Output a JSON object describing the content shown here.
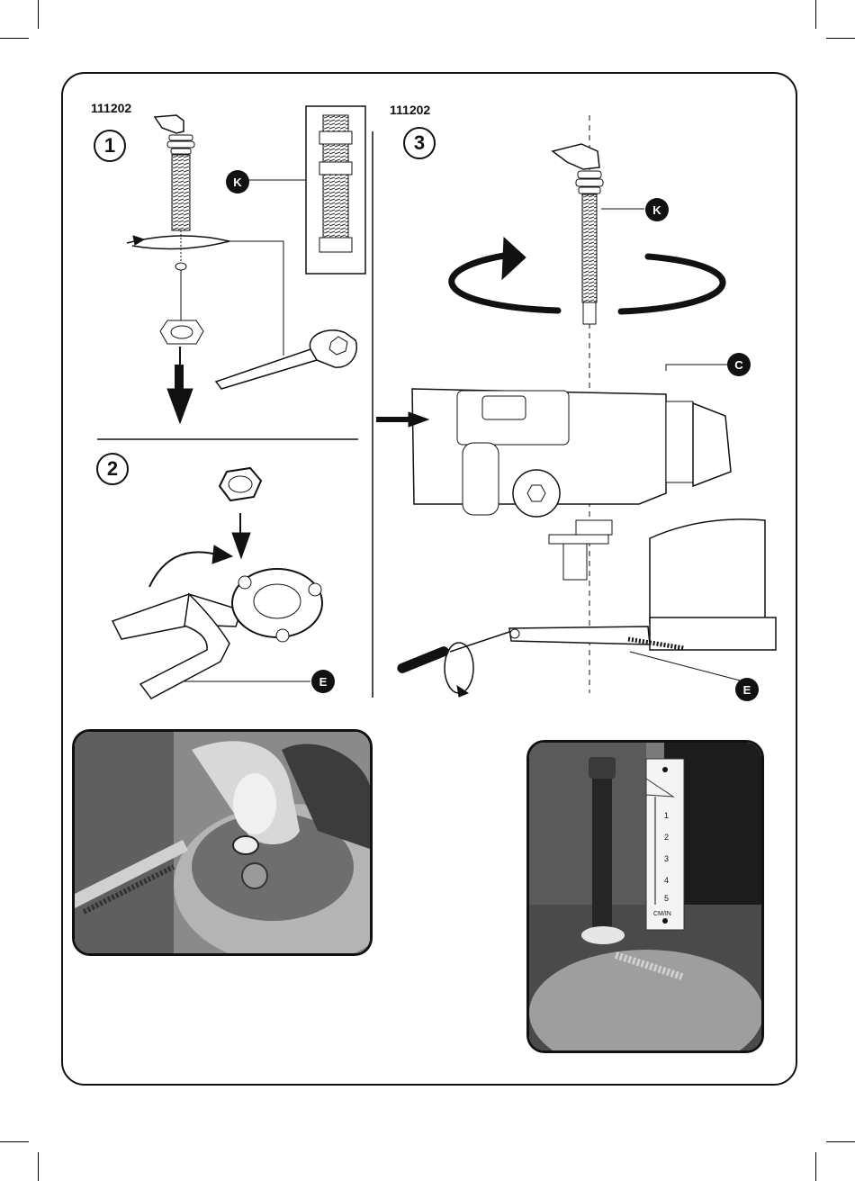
{
  "panels": {
    "step1": {
      "ref_code": "111202",
      "step_number": "1",
      "callout_k": "K"
    },
    "step2": {
      "step_number": "2",
      "callout_e": "E"
    },
    "step3": {
      "ref_code": "111202",
      "step_number": "3",
      "callout_k": "K",
      "callout_c": "C",
      "callout_e": "E"
    }
  },
  "photos": {
    "photo_right": {
      "ruler_numbers": [
        "1",
        "2",
        "3",
        "4",
        "5"
      ],
      "ruler_unit": "CM/IN"
    }
  }
}
